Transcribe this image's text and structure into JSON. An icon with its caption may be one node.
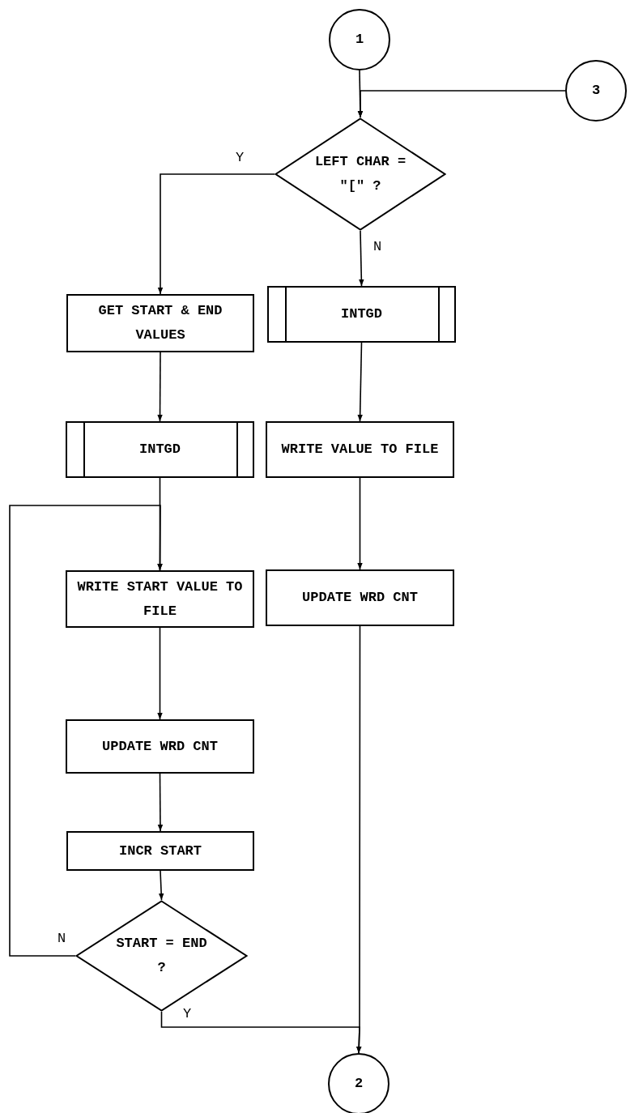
{
  "diagram": {
    "nodes": [
      {
        "text": [
          "1"
        ]
      },
      {
        "text": [
          "3"
        ]
      },
      {
        "text": [
          "LEFT CHAR = \"[\" ?"
        ]
      },
      {
        "text": [
          "GET START & END VALUES"
        ]
      },
      {
        "text": [
          "INTGD"
        ]
      },
      {
        "text": [
          "INTGD"
        ]
      },
      {
        "text": [
          "WRITE VALUE TO FILE"
        ]
      },
      {
        "text": [
          "WRITE START VALUE TO FILE"
        ]
      },
      {
        "text": [
          "UPDATE WRD CNT"
        ]
      },
      {
        "text": [
          "UPDATE WRD CNT"
        ]
      },
      {
        "text": [
          "INCR START"
        ]
      },
      {
        "text": [
          "START = END ?"
        ]
      },
      {
        "text": [
          "2"
        ]
      }
    ],
    "edges": [
      {
        "from": 0,
        "to": 2,
        "arrow": "to"
      },
      {
        "from": 1,
        "to": 2,
        "arrow": "to"
      },
      {
        "from": 2,
        "to": 3,
        "arrow": "to",
        "label": "Y"
      },
      {
        "from": 2,
        "to": 4,
        "arrow": "to",
        "label": "N"
      },
      {
        "from": 3,
        "to": 5,
        "arrow": "to"
      },
      {
        "from": 4,
        "to": 6,
        "arrow": "to"
      },
      {
        "from": 5,
        "to": 7,
        "arrow": "to"
      },
      {
        "from": 6,
        "to": 8,
        "arrow": "to"
      },
      {
        "from": 7,
        "to": 9,
        "arrow": "to"
      },
      {
        "from": 9,
        "to": 10,
        "arrow": "to"
      },
      {
        "from": 10,
        "to": 11,
        "arrow": "to"
      },
      {
        "from": 11,
        "to": 7,
        "arrow": "to",
        "label": "N"
      },
      {
        "from": 11,
        "to": 12,
        "arrow": "to",
        "label": "Y"
      },
      {
        "from": 8,
        "to": 12,
        "arrow": "to"
      }
    ]
  }
}
